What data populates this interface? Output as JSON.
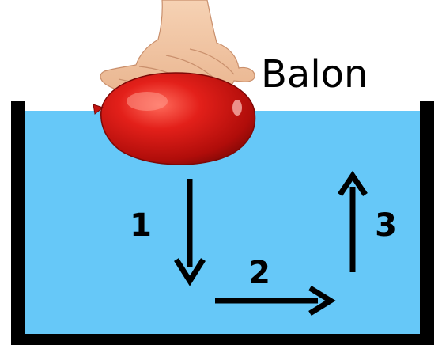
{
  "diagram": {
    "balloon_label": "Balon",
    "steps": [
      {
        "number": "1",
        "direction": "down"
      },
      {
        "number": "2",
        "direction": "right"
      },
      {
        "number": "3",
        "direction": "up"
      }
    ],
    "colors": {
      "water": "#66c8f8",
      "container": "#000000",
      "balloon": "#d41410",
      "hand_skin": "#f3c9a8",
      "arrows": "#000000"
    }
  }
}
